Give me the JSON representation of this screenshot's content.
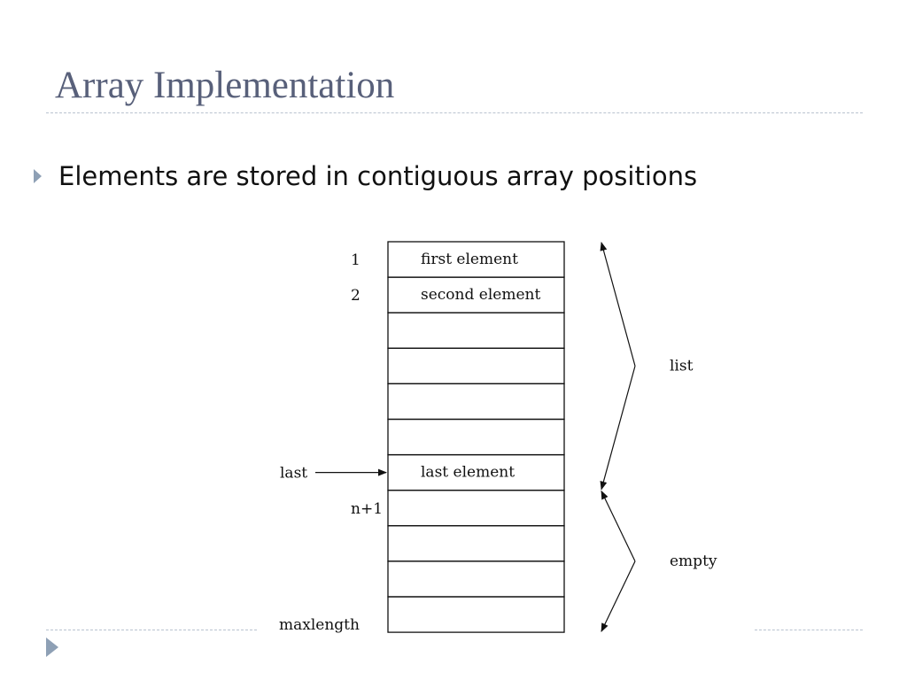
{
  "slide": {
    "title": "Array Implementation",
    "bullet": "Elements are stored in contiguous array positions"
  },
  "diagram": {
    "cell_count": 11,
    "cells": [
      {
        "content": "first element",
        "index_label": "1"
      },
      {
        "content": "second element",
        "index_label": "2"
      },
      {
        "content": "",
        "index_label": ""
      },
      {
        "content": "",
        "index_label": ""
      },
      {
        "content": "",
        "index_label": ""
      },
      {
        "content": "",
        "index_label": ""
      },
      {
        "content": "last element",
        "index_label": "last"
      },
      {
        "content": "",
        "index_label": "n+1"
      },
      {
        "content": "",
        "index_label": ""
      },
      {
        "content": "",
        "index_label": ""
      },
      {
        "content": "",
        "index_label": "maxlength"
      }
    ],
    "pointer": {
      "label": "last",
      "target_cell": 6
    },
    "braces": [
      {
        "label": "list",
        "from_cell": 0,
        "to_cell": 6
      },
      {
        "label": "empty",
        "from_cell": 7,
        "to_cell": 10
      }
    ]
  },
  "colors": {
    "title": "#58607a",
    "bullet_marker": "#8ea0b5",
    "rule": "#b9c3cf"
  }
}
